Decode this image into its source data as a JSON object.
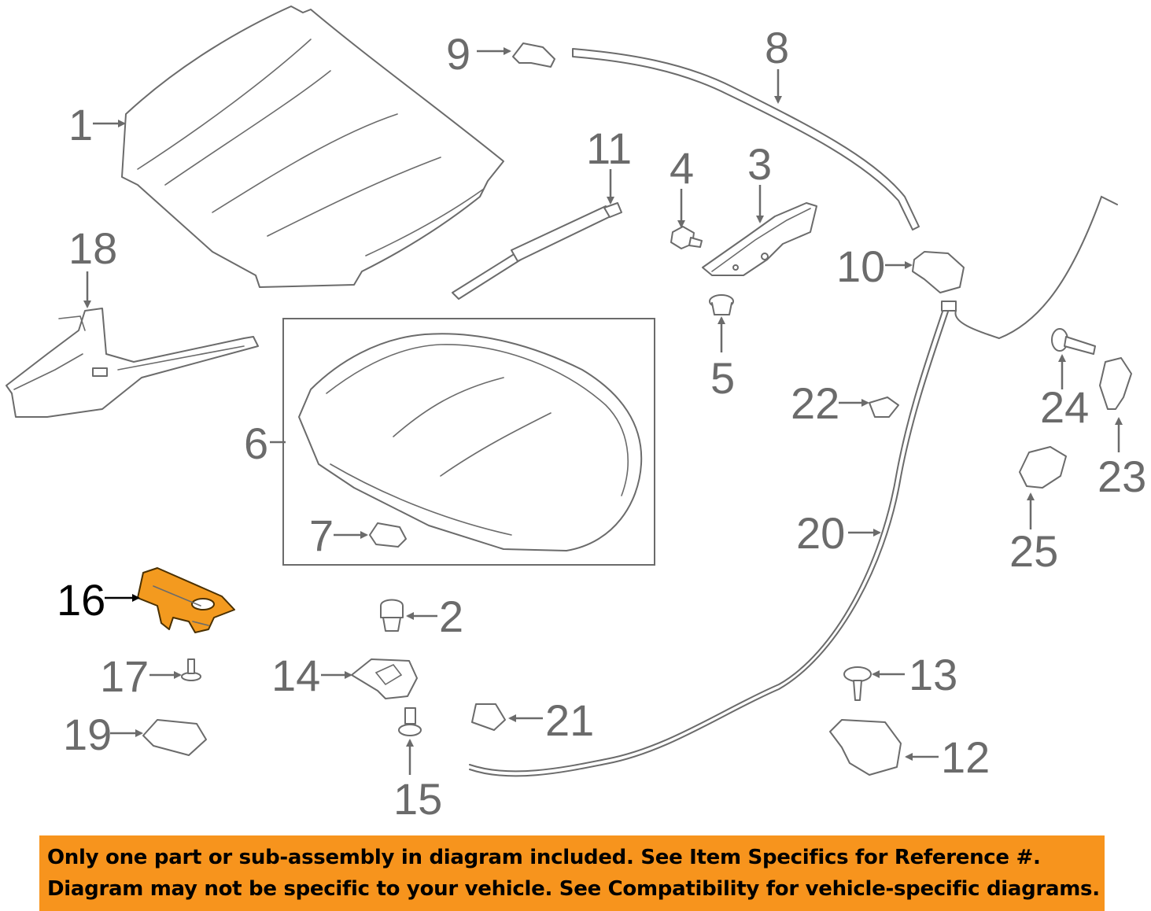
{
  "callouts": {
    "c1": "1",
    "c2": "2",
    "c3": "3",
    "c4": "4",
    "c5": "5",
    "c6": "6",
    "c7": "7",
    "c8": "8",
    "c9": "9",
    "c10": "10",
    "c11": "11",
    "c12": "12",
    "c13": "13",
    "c14": "14",
    "c15": "15",
    "c16": "16",
    "c17": "17",
    "c18": "18",
    "c19": "19",
    "c20": "20",
    "c21": "21",
    "c22": "22",
    "c23": "23",
    "c24": "24",
    "c25": "25"
  },
  "highlighted_part": "16",
  "colors": {
    "highlight": "#f39a1f",
    "banner": "#f7941d",
    "line": "#6b6b6b"
  },
  "notice": {
    "line1": "Only one part or sub-assembly in diagram included. See Item Specifics for Reference #.",
    "line2": "Diagram may not be specific to your vehicle. See Compatibility for vehicle-specific diagrams."
  }
}
